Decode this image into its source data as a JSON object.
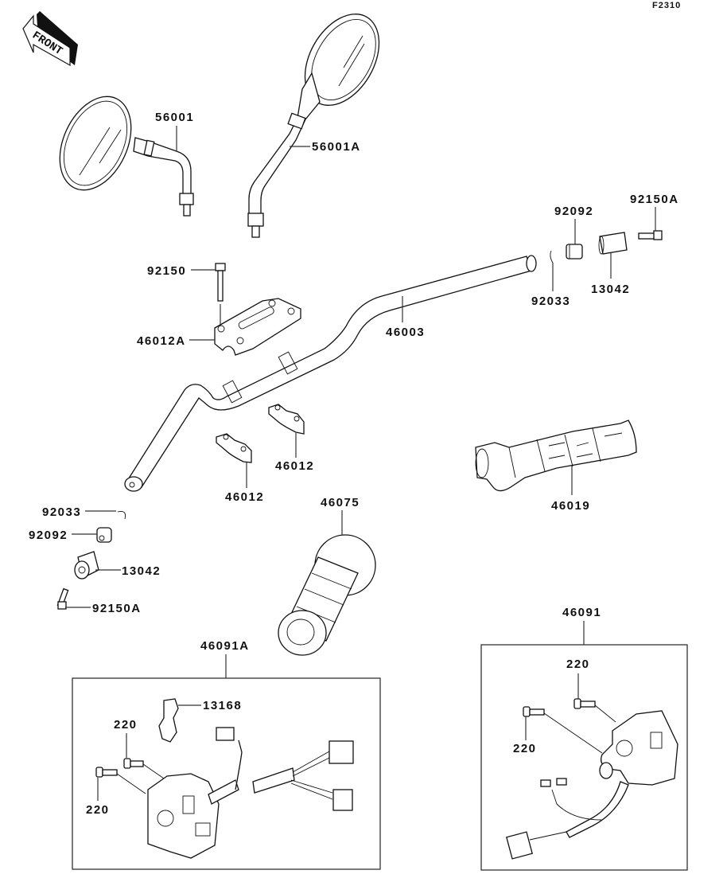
{
  "diagram": {
    "code": "F2310",
    "front_label": "FRONT",
    "parts": [
      {
        "id": "p-56001",
        "number": "56001",
        "name": "mirror-left"
      },
      {
        "id": "p-56001A",
        "number": "56001A",
        "name": "mirror-right"
      },
      {
        "id": "p-92150",
        "number": "92150",
        "name": "holder-bolt"
      },
      {
        "id": "p-46012A",
        "number": "46012A",
        "name": "upper-holder"
      },
      {
        "id": "p-46003",
        "number": "46003",
        "name": "handlebar"
      },
      {
        "id": "p-92092-r",
        "number": "92092",
        "name": "bar-end-collar-right"
      },
      {
        "id": "p-92150A-r",
        "number": "92150A",
        "name": "bar-end-bolt-right"
      },
      {
        "id": "p-92033-r",
        "number": "92033",
        "name": "circlip-right"
      },
      {
        "id": "p-13042-r",
        "number": "13042",
        "name": "bar-end-weight-right"
      },
      {
        "id": "p-46012-a",
        "number": "46012",
        "name": "lower-holder-a"
      },
      {
        "id": "p-46012-b",
        "number": "46012",
        "name": "lower-holder-b"
      },
      {
        "id": "p-92033-l",
        "number": "92033",
        "name": "circlip-left"
      },
      {
        "id": "p-92092-l",
        "number": "92092",
        "name": "bar-end-collar-left"
      },
      {
        "id": "p-13042-l",
        "number": "13042",
        "name": "bar-end-weight-left"
      },
      {
        "id": "p-92150A-l",
        "number": "92150A",
        "name": "bar-end-bolt-left"
      },
      {
        "id": "p-46075",
        "number": "46075",
        "name": "grip-left"
      },
      {
        "id": "p-46019",
        "number": "46019",
        "name": "throttle-grip"
      },
      {
        "id": "p-46091A",
        "number": "46091A",
        "name": "left-switch-assembly"
      },
      {
        "id": "p-13168",
        "number": "13168",
        "name": "clutch-switch-bracket"
      },
      {
        "id": "p-220-a",
        "number": "220",
        "name": "screw-left-upper"
      },
      {
        "id": "p-220-b",
        "number": "220",
        "name": "screw-left-lower"
      },
      {
        "id": "p-46091",
        "number": "46091",
        "name": "right-switch-assembly"
      },
      {
        "id": "p-220-c",
        "number": "220",
        "name": "screw-right-upper"
      },
      {
        "id": "p-220-d",
        "number": "220",
        "name": "screw-right-lower"
      }
    ]
  }
}
